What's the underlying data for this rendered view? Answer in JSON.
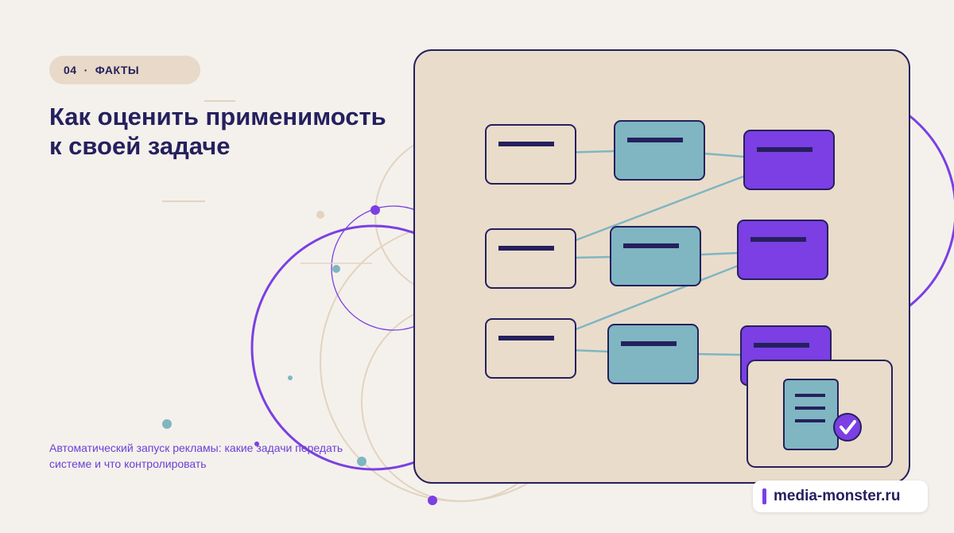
{
  "section": {
    "number": "04",
    "separator": "·",
    "label": "ФАКТЫ"
  },
  "title": "Как оценить применимость к своей задаче",
  "subtitle": "Автоматический запуск рекламы: какие задачи передать системе и что контролировать",
  "brand": {
    "text": "media-monster.ru"
  },
  "colors": {
    "background": "#f4f1ec",
    "navy": "#25205e",
    "purple": "#7b3fe4",
    "teal": "#7fb6c2",
    "beige": "#e8d9c8",
    "panel": "#eadccb"
  },
  "icons": [
    "checkmark-icon",
    "document-icon",
    "brand-bar-icon"
  ]
}
